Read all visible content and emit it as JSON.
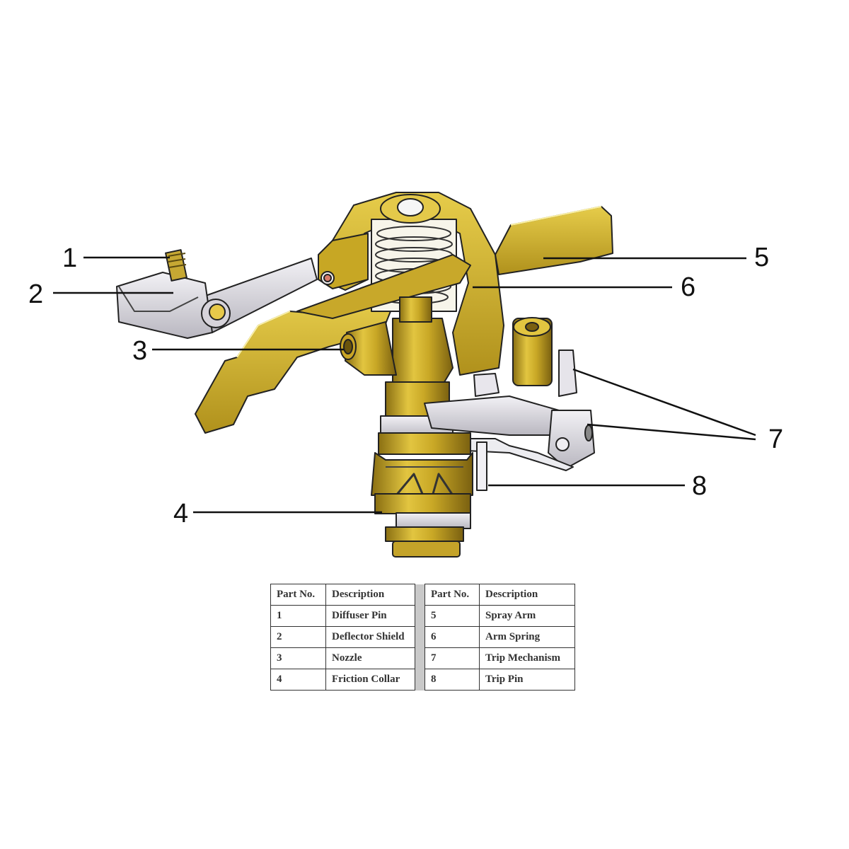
{
  "diagram": {
    "callouts": [
      {
        "label": "1"
      },
      {
        "label": "2"
      },
      {
        "label": "3"
      },
      {
        "label": "4"
      },
      {
        "label": "5"
      },
      {
        "label": "6"
      },
      {
        "label": "7"
      },
      {
        "label": "8"
      }
    ]
  },
  "parts_table": {
    "headers": {
      "part_no": "Part No.",
      "description": "Description"
    },
    "rows": [
      {
        "left_no": "1",
        "left_desc": "Diffuser Pin",
        "right_no": "5",
        "right_desc": "Spray Arm"
      },
      {
        "left_no": "2",
        "left_desc": "Deflector Shield",
        "right_no": "6",
        "right_desc": "Arm Spring"
      },
      {
        "left_no": "3",
        "left_desc": "Nozzle",
        "right_no": "7",
        "right_desc": "Trip Mechanism"
      },
      {
        "left_no": "4",
        "left_desc": "Friction Collar",
        "right_no": "8",
        "right_desc": "Trip Pin"
      }
    ]
  },
  "colors": {
    "brass": "#d4b32a",
    "brass_dark": "#9c7f14",
    "steel": "#d8d6dc",
    "outline": "#222222"
  }
}
